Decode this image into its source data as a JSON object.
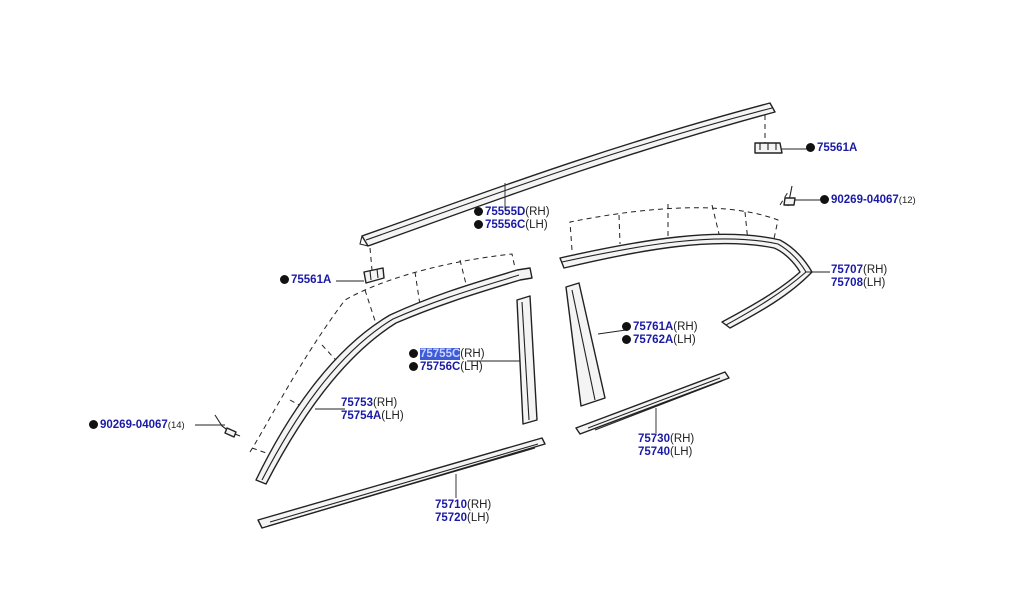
{
  "labels": {
    "roof_clip_right": {
      "num": "75561A"
    },
    "roof_molding": {
      "num_rh": "75555D",
      "sfx_rh": "(RH)",
      "num_lh": "75556C",
      "sfx_lh": "(LH)"
    },
    "roof_clip_left": {
      "num": "75561A"
    },
    "clip_right": {
      "num": "90269-04067",
      "qty": "(12)"
    },
    "rear_frame": {
      "num_rh": "75707",
      "sfx_rh": "(RH)",
      "num_lh": "75708",
      "sfx_lh": "(LH)"
    },
    "rear_pillar": {
      "num_rh": "75761A",
      "sfx_rh": "(RH)",
      "num_lh": "75762A",
      "sfx_lh": "(LH)"
    },
    "front_pillar": {
      "num_rh": "75755C",
      "sfx_rh": "(RH)",
      "num_lh": "75756C",
      "sfx_lh": "(LH)"
    },
    "front_frame": {
      "num_rh": "75753",
      "sfx_rh": "(RH)",
      "num_lh": "75754A",
      "sfx_lh": "(LH)"
    },
    "clip_left": {
      "num": "90269-04067",
      "qty": "(14)"
    },
    "rear_belt": {
      "num_rh": "75730",
      "sfx_rh": "(RH)",
      "num_lh": "75740",
      "sfx_lh": "(LH)"
    },
    "front_belt": {
      "num_rh": "75710",
      "sfx_rh": "(RH)",
      "num_lh": "75720",
      "sfx_lh": "(LH)"
    }
  }
}
